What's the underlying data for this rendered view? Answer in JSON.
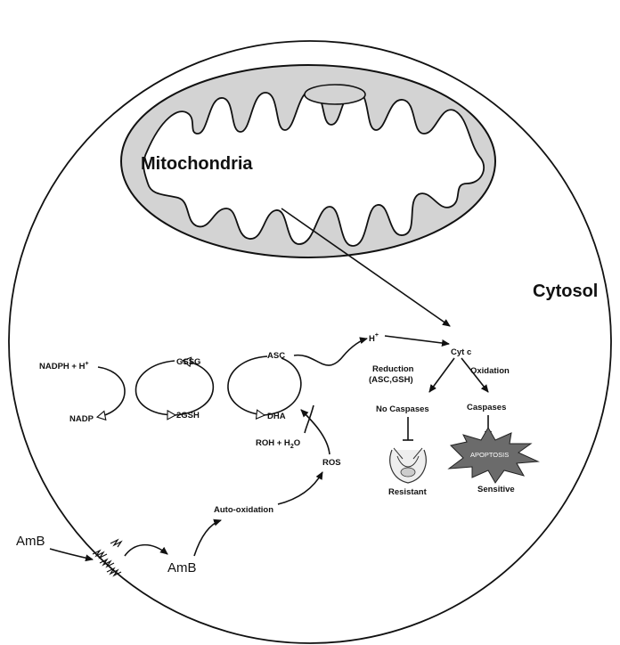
{
  "title_mito": "Mitochondria",
  "title_cytosol": "Cytosol",
  "labels": {
    "nadph": "NADPH + H",
    "nadph_sup": "+",
    "nadp": "NADP",
    "gssg": "GSSG",
    "gsh2": "2GSH",
    "asc": "ASC",
    "dha": "DHA",
    "roh": "ROH + H",
    "roh_sub": "2",
    "roh_end": "O",
    "ros": "ROS",
    "hplus": "H",
    "hplus_sup": "+",
    "cytc": "Cyt c",
    "reduction": "Reduction",
    "reduction2": "(ASC,GSH)",
    "oxidation": "Oxidation",
    "no_caspases": "No Caspases",
    "caspases": "Caspases",
    "apoptosis": "APOPTOSIS",
    "resistant": "Resistant",
    "sensitive": "Sensitive",
    "autoox": "Auto-oxidation",
    "amb_out": "AmB",
    "amb_in": "AmB"
  }
}
